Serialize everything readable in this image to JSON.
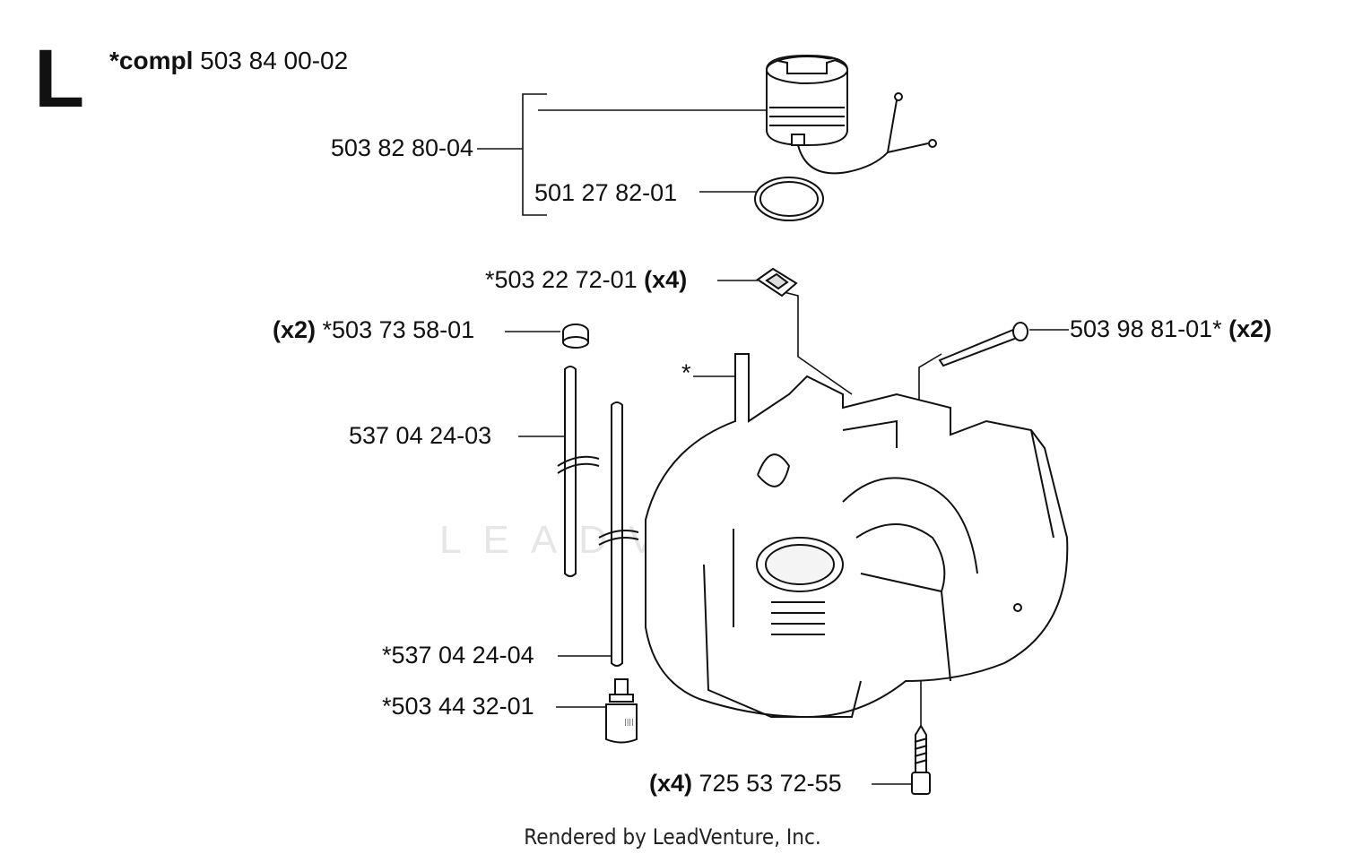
{
  "section": {
    "letter": "L"
  },
  "assembly": {
    "prefix": "*compl",
    "number": "503 84 00-02"
  },
  "parts": {
    "cap_assembly": {
      "number": "503 82 80-04"
    },
    "oring": {
      "number": "501 27 82-01"
    },
    "clip": {
      "number": "*503 22 72-01",
      "qty": "(x4)"
    },
    "grommet": {
      "qty": "(x2)",
      "number": "*503 73 58-01"
    },
    "hose_a": {
      "number": "537 04 24-03"
    },
    "hose_b": {
      "number": "*537 04 24-04"
    },
    "filter": {
      "number": "*503 44 32-01"
    },
    "bolt_long": {
      "number": "503 98 81-01*",
      "qty": "(x2)"
    },
    "screw": {
      "qty": "(x4)",
      "number": "725 53 72-55"
    },
    "tank_asterisk": "*"
  },
  "watermark": "LEADVENTURE",
  "footer": "Rendered by LeadVenture, Inc."
}
